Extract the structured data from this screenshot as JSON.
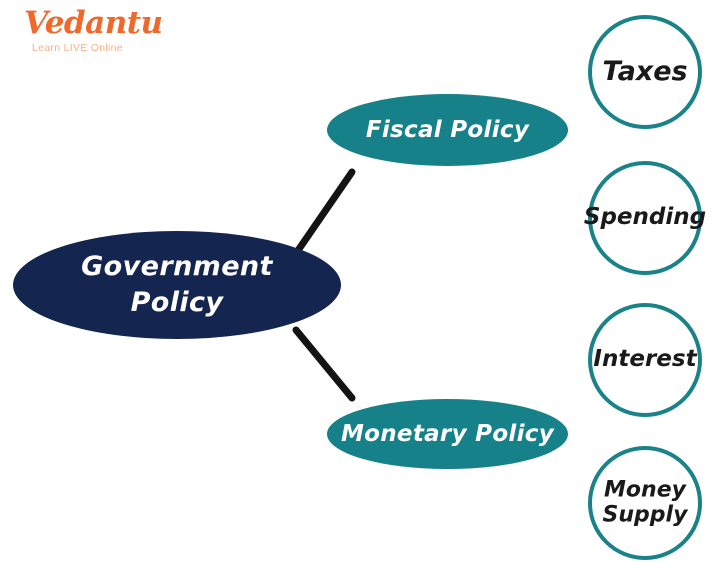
{
  "logo": {
    "wordmark": "Vedantu",
    "tagline": "Learn LIVE Online",
    "brand_color": "#f1692a",
    "tagline_color": "#f8b189"
  },
  "colors": {
    "navy": "#14254f",
    "teal_fill": "#17818a",
    "teal_stroke": "#1a8289",
    "connector": "#141414",
    "node_text": "#ffffff",
    "circle_text": "#1a1a1a",
    "background": "#ffffff"
  },
  "diagram": {
    "root": {
      "label": "Government\nPolicy",
      "shape": "ellipse",
      "fill": "#14254f"
    },
    "branches": [
      {
        "id": "fiscal",
        "label": "Fiscal Policy",
        "shape": "ellipse",
        "fill": "#17818a",
        "outcomes": [
          "Taxes",
          "Spending"
        ]
      },
      {
        "id": "monetary",
        "label": "Monetary Policy",
        "shape": "ellipse",
        "fill": "#17818a",
        "outcomes": [
          "Interest",
          "Money\nSupply"
        ]
      }
    ],
    "outcomes": [
      {
        "id": "taxes",
        "label": "Taxes",
        "shape": "circle"
      },
      {
        "id": "spending",
        "label": "Spending",
        "shape": "circle"
      },
      {
        "id": "interest",
        "label": "Interest",
        "shape": "circle"
      },
      {
        "id": "money-supply",
        "label": "Money\nSupply",
        "shape": "circle"
      }
    ],
    "connectors": [
      {
        "id": "root-to-fiscal",
        "from": "Government Policy",
        "to": "Fiscal Policy",
        "style": "solid-line"
      },
      {
        "id": "root-to-monetary",
        "from": "Government Policy",
        "to": "Monetary Policy",
        "style": "solid-line"
      }
    ]
  }
}
